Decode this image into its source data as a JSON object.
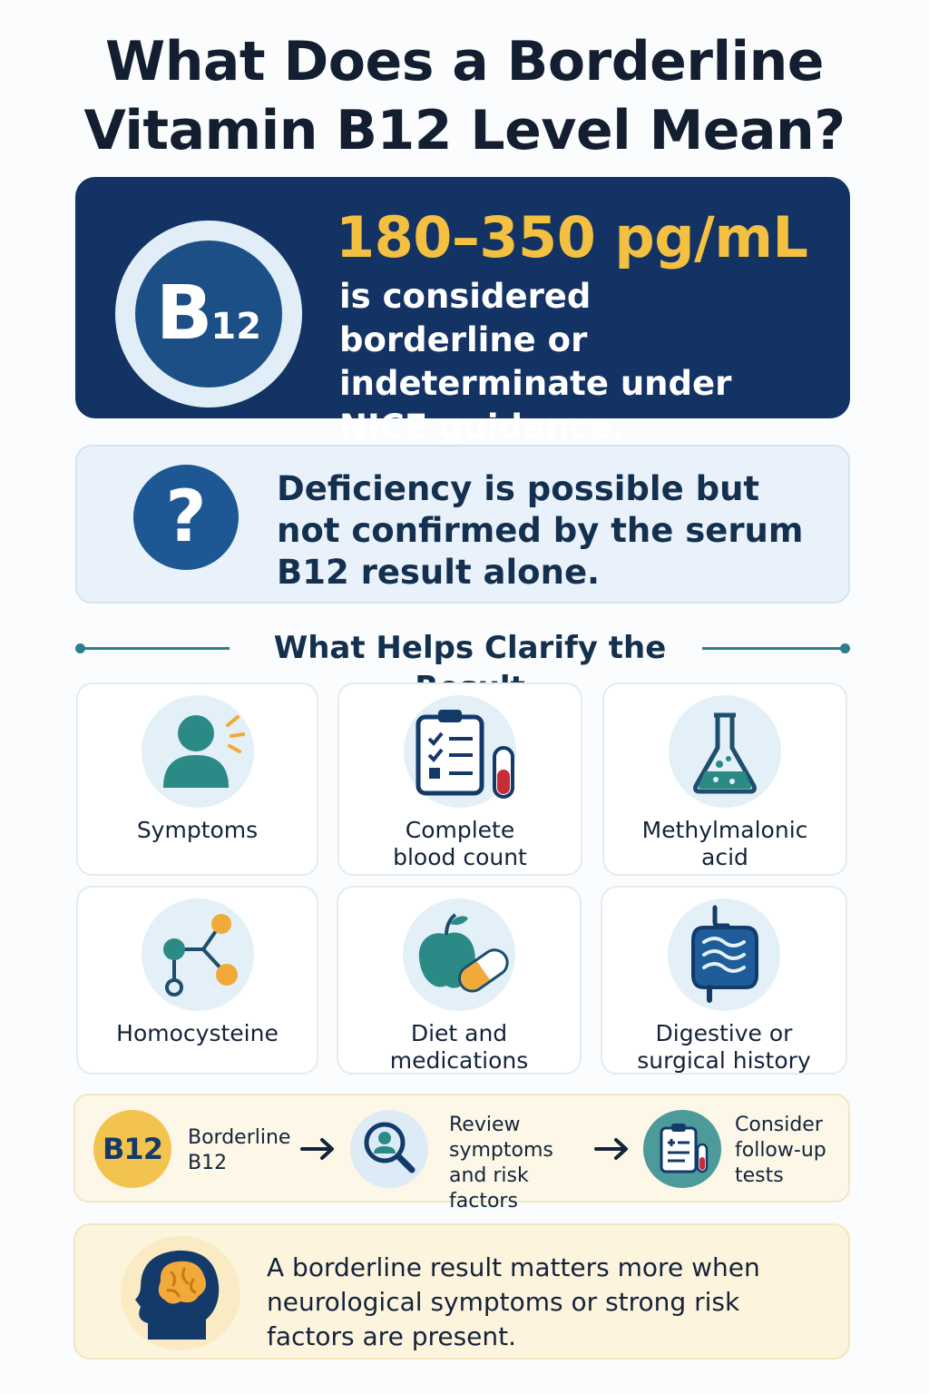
{
  "title": {
    "line1": "What Does a Borderline",
    "line2": "Vitamin B12 Level Mean?"
  },
  "hero": {
    "badge_letter": "B",
    "badge_number": "12",
    "range": "180–350 pg/mL",
    "text": "is considered borderline or indeterminate under NICE guidance."
  },
  "question": {
    "icon": "?",
    "text": "Deficiency is possible but not confirmed by the serum B12 result alone."
  },
  "section": {
    "title": "What Helps Clarify the Result"
  },
  "factors": [
    {
      "label": "Symptoms",
      "icon": "person-icon"
    },
    {
      "label": "Complete blood count",
      "icon": "clipboard-test-tube-icon"
    },
    {
      "label": "Methylmalonic acid",
      "icon": "flask-icon"
    },
    {
      "label": "Homocysteine",
      "icon": "molecule-icon"
    },
    {
      "label": "Diet and medications",
      "icon": "apple-pill-icon"
    },
    {
      "label": "Digestive or surgical history",
      "icon": "intestine-icon"
    }
  ],
  "flow": {
    "step1_badge": "B12",
    "step1": "Borderline B12",
    "step2": "Review symptoms and risk factors",
    "step3": "Consider follow-up tests"
  },
  "note": {
    "text": "A borderline result matters more when neurological symptoms or strong risk factors are present.",
    "icon": "head-brain-icon"
  },
  "colors": {
    "navy": "#133364",
    "gold": "#f4c042",
    "teal": "#2c7f8a",
    "blue": "#1d5895"
  }
}
